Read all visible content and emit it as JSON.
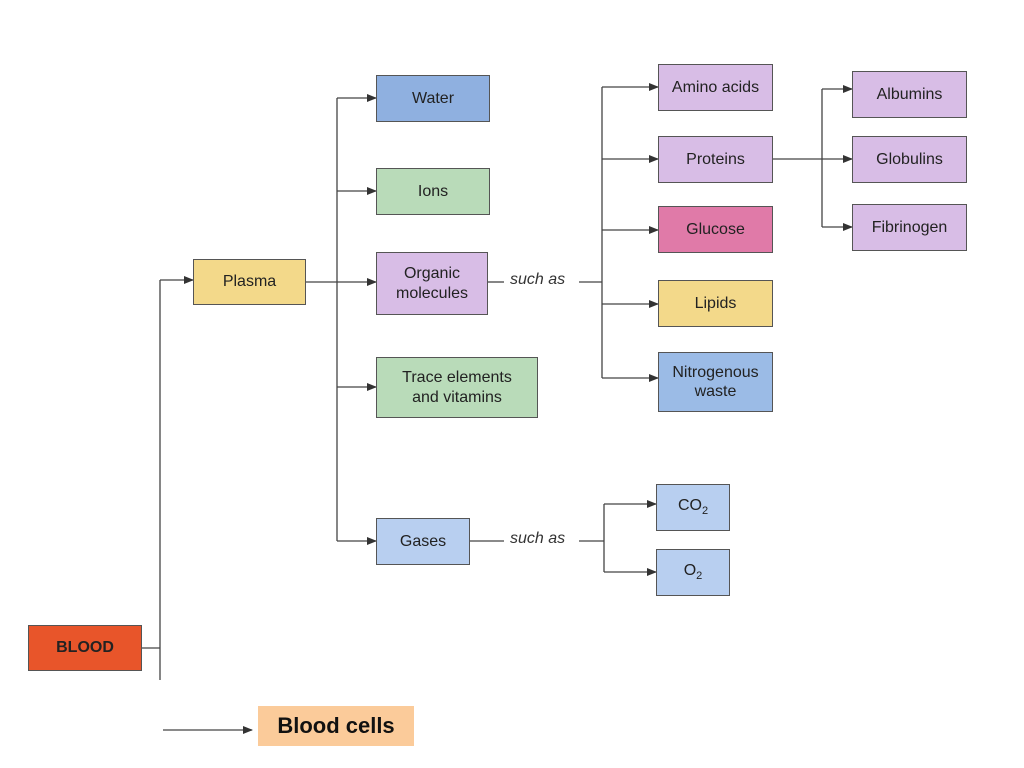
{
  "nodes": {
    "blood": "BLOOD",
    "plasma": "Plasma",
    "water": "Water",
    "ions": "Ions",
    "organic": "Organic\nmolecules",
    "trace": "Trace elements\nand vitamins",
    "gases": "Gases",
    "amino": "Amino acids",
    "proteins": "Proteins",
    "glucose": "Glucose",
    "lipids": "Lipids",
    "nitrogenous": "Nitrogenous\nwaste",
    "albumins": "Albumins",
    "globulins": "Globulins",
    "fibrinogen": "Fibrinogen",
    "co2": "CO",
    "co2_sub": "2",
    "o2": "O",
    "o2_sub": "2"
  },
  "connector_labels": {
    "organic_such_as": "such as",
    "gases_such_as": "such as"
  },
  "blood_cells": "Blood cells",
  "colors": {
    "blood": "#e8552a",
    "plasma": "#f3d98a",
    "water": "#8fb0e0",
    "ions": "#b9dbb9",
    "organic": "#d8bde6",
    "trace": "#b9dbb9",
    "gases": "#b8cff0",
    "amino": "#d8bde6",
    "proteins": "#d8bde6",
    "glucose": "#e07aa8",
    "lipids": "#f3d98a",
    "nitrogenous": "#9bbbe6",
    "albumins": "#d8bde6",
    "globulins": "#d8bde6",
    "fibrinogen": "#d8bde6",
    "co2": "#b8cff0",
    "o2": "#b8cff0",
    "blood_cells": "#fbcb9a"
  }
}
